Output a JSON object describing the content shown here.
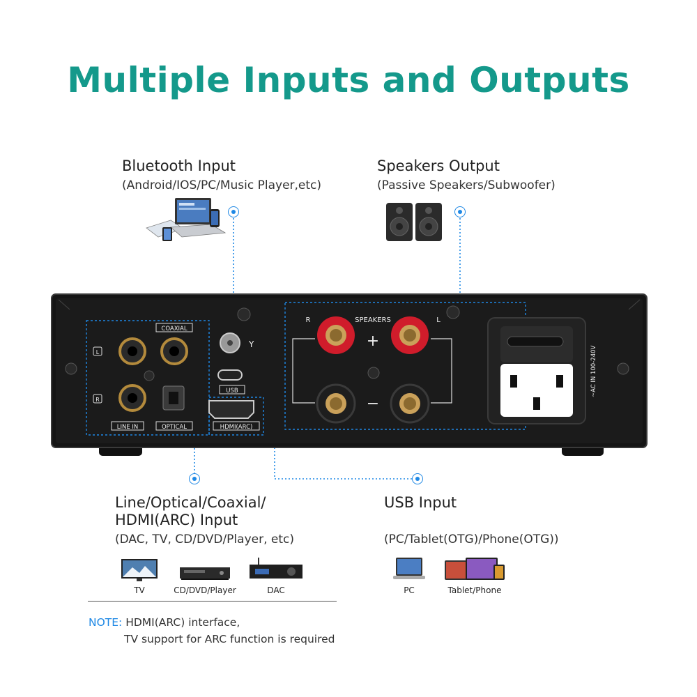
{
  "title": "Multiple Inputs and Outputs",
  "bluetooth": {
    "heading": "Bluetooth Input",
    "detail": "(Android/IOS/PC/Music Player,etc)"
  },
  "speakers": {
    "heading": "Speakers Output",
    "detail": "(Passive Speakers/Subwoofer)"
  },
  "line_input": {
    "heading_line1": "Line/Optical/Coaxial/",
    "heading_line2": "HDMI(ARC) Input",
    "detail": "(DAC, TV, CD/DVD/Player, etc)",
    "devices": [
      "TV",
      "CD/DVD/Player",
      "DAC"
    ]
  },
  "usb": {
    "heading": "USB Input",
    "detail": "(PC/Tablet(OTG)/Phone(OTG))",
    "devices": [
      "PC",
      "Tablet/Phone"
    ]
  },
  "panel": {
    "coaxial": "COAXIAL",
    "line_in": "LINE IN",
    "optical": "OPTICAL",
    "usb": "USB",
    "hdmi": "HDMI(ARC)",
    "speakers": "SPEAKERS",
    "left_marker": "L",
    "right_marker": "R",
    "plus": "+",
    "minus": "−",
    "ac": "~AC IN 100-240V",
    "antenna_symbol": "Y"
  },
  "note": {
    "label": "NOTE:",
    "line1": "HDMI(ARC) interface,",
    "line2": "TV support for ARC function is required"
  },
  "colors": {
    "title": "#14998b",
    "accent": "#1e88e5"
  }
}
